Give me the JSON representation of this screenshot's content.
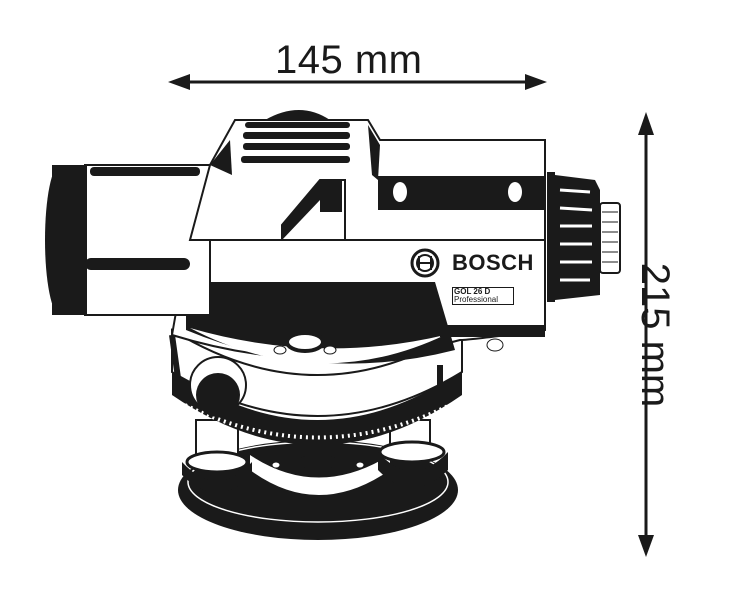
{
  "dimensions": {
    "width": {
      "value": "145",
      "unit": "mm",
      "label": "145 mm"
    },
    "height": {
      "value": "215",
      "unit": "mm",
      "label": "215 mm"
    }
  },
  "product": {
    "brand": "BOSCH",
    "model": "GOL 26 D",
    "series": "Professional",
    "type": "optical-level"
  },
  "colors": {
    "ink": "#1a1a1a",
    "background": "#ffffff"
  }
}
